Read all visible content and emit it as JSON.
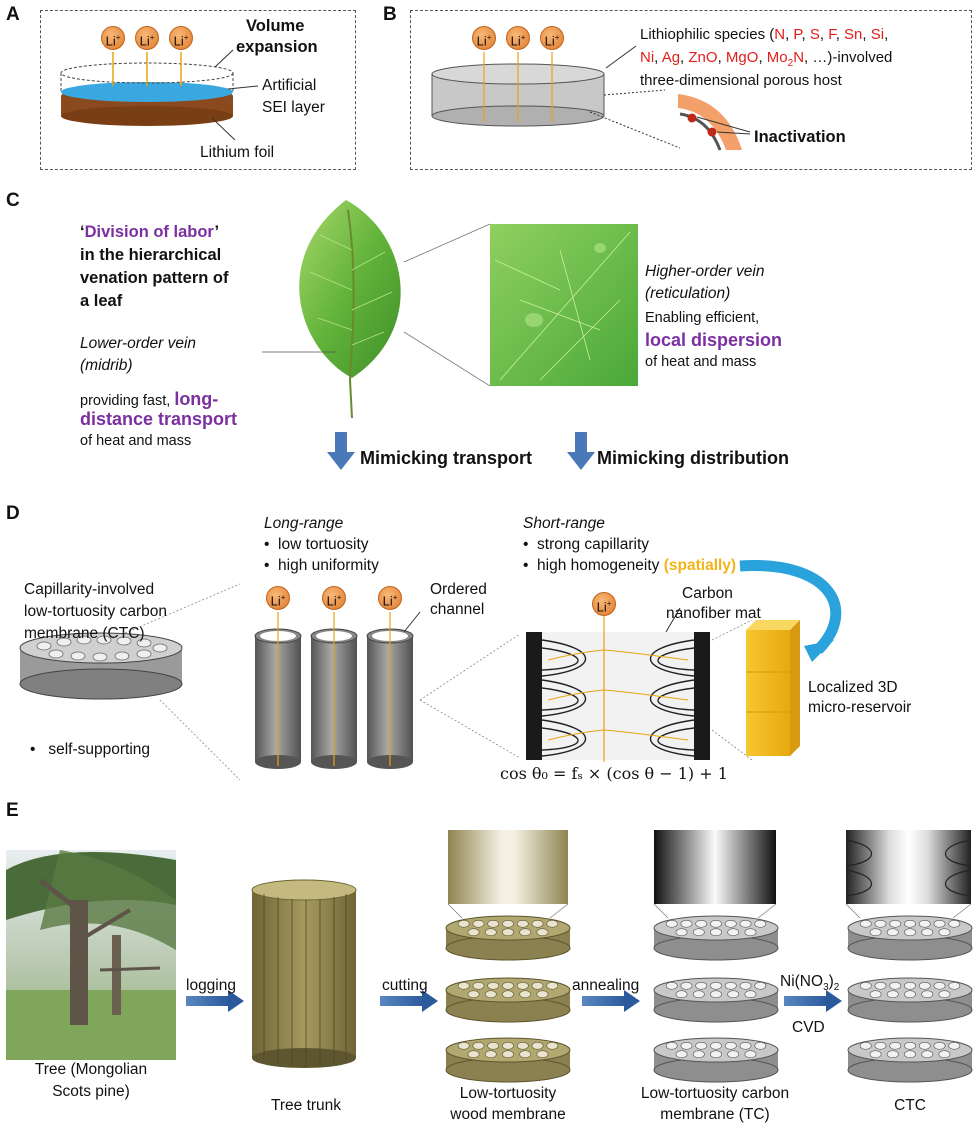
{
  "panels": {
    "a": "A",
    "b": "B",
    "c": "C",
    "d": "D",
    "e": "E"
  },
  "ion": {
    "label": "Li",
    "sup": "+"
  },
  "panel_a": {
    "volume1": "Volume",
    "volume2": "expansion",
    "sei1": "Artificial",
    "sei2": "SEI layer",
    "foil": "Lithium foil"
  },
  "panel_b": {
    "line1_prefix": "Lithiophilic species (",
    "species": [
      "N",
      "P",
      "S",
      "F",
      "Sn",
      "Si",
      "Ni",
      "Ag",
      "ZnO",
      "MgO",
      "Mo",
      "2",
      "N"
    ],
    "line1_seps": [
      ", ",
      ", ",
      ", ",
      ", ",
      ", "
    ],
    "line2_suffix": ", …)-involved",
    "line3": "three-dimensional porous host",
    "inactivation": "Inactivation"
  },
  "panel_c": {
    "quote_open": "‘",
    "division": "Division of labor",
    "quote_close": "’",
    "title2": "in the hierarchical",
    "title3": "venation pattern of",
    "title4": "a leaf",
    "lower1": "Lower-order vein",
    "lower2": "(midrib)",
    "lower3": "providing fast,",
    "lower4a": "long-",
    "lower4b": "distance transport",
    "lower5": "of heat and mass",
    "higher1": "Higher-order vein",
    "higher2": "(reticulation)",
    "higher3": "Enabling efficient,",
    "higher4": "local dispersion",
    "higher5": "of heat and mass",
    "arrow1": "Mimicking transport",
    "arrow2": "Mimicking distribution"
  },
  "panel_d": {
    "ctc1": "Capillarity-involved",
    "ctc2": "low-tortuosity carbon",
    "ctc3": "membrane (CTC)",
    "self": "self-supporting",
    "long": "Long-range",
    "long_b1": "low tortuosity",
    "long_b2": "high uniformity",
    "ordered1": "Ordered",
    "ordered2": "channel",
    "short": "Short-range",
    "short_b1": "strong capillarity",
    "short_b2": "high homogeneity",
    "spatially": "(spatially)",
    "carbon1": "Carbon",
    "carbon2": "nanofiber mat",
    "local1": "Localized 3D",
    "local2": "micro-reservoir",
    "equation": "cos θ₀ = fₛ × (cos θ − 1) + 1"
  },
  "panel_e": {
    "tree1": "Tree (Mongolian",
    "tree2": "Scots pine)",
    "trunk": "Tree trunk",
    "wood1": "Low-tortuosity",
    "wood2": "wood membrane",
    "tc1": "Low-tortuosity carbon",
    "tc2": "membrane (TC)",
    "ctc": "CTC",
    "step1": "logging",
    "step2": "cutting",
    "step3": "annealing",
    "step4a": "Ni(NO",
    "step4sub": "3",
    "step4b": ")",
    "step4sub2": "2",
    "step4c": "CVD"
  }
}
